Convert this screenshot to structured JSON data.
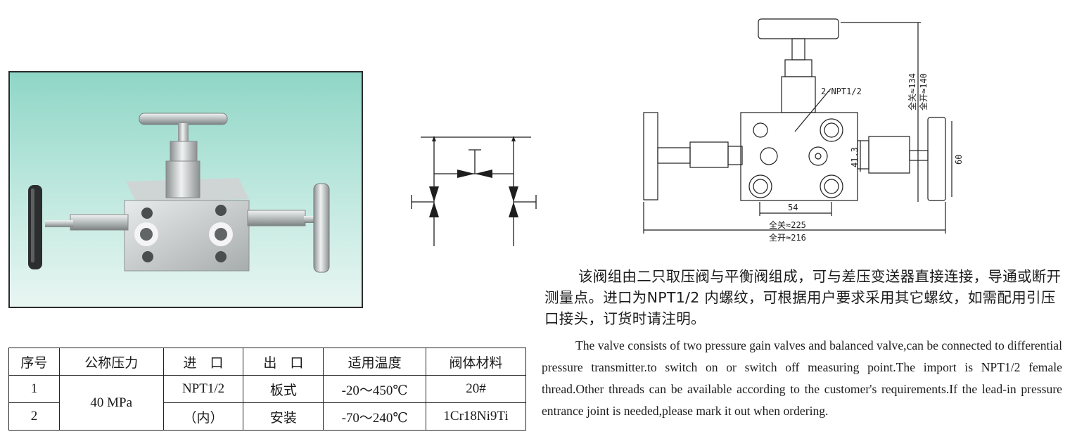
{
  "table": {
    "headers": [
      "序号",
      "公称压力",
      "进　口",
      "出　口",
      "适用温度",
      "阀体材料"
    ],
    "rows": [
      {
        "no": "1",
        "pressure": "40 MPa",
        "inlet_main": "NPT1/2",
        "outlet_top": "板式",
        "temp": "-20～450℃",
        "material": "20#"
      },
      {
        "no": "2",
        "inlet_sub": "（内）",
        "outlet_bottom": "安装",
        "temp": "-70～240℃",
        "material": "1Cr18Ni9Ti"
      }
    ]
  },
  "drawing": {
    "thread_label": "2-NPT1/2",
    "height_closed": "全关≈134",
    "height_open": "全开≈140",
    "dim_height": "41.3",
    "dim_handle": "60",
    "dim_width": "54",
    "width_closed": "全关≈225",
    "width_open": "全开≈216"
  },
  "description_cn": "该阀组由二只取压阀与平衡阀组成，可与差压变送器直接连接，导通或断开测量点。进口为NPT1/2 内螺纹，可根据用户要求采用其它螺纹，如需配用引压口接头，订货时请注明。",
  "description_en": "The valve consists of two pressure gain valves and balanced valve,can be connected to differential pressure transmitter.to switch on or switch off measuring point.The import is NPT1/2 female thread.Other threads can be available according to the customer's requirements.If the lead-in pressure entrance joint is needed,please mark it out when ordering."
}
